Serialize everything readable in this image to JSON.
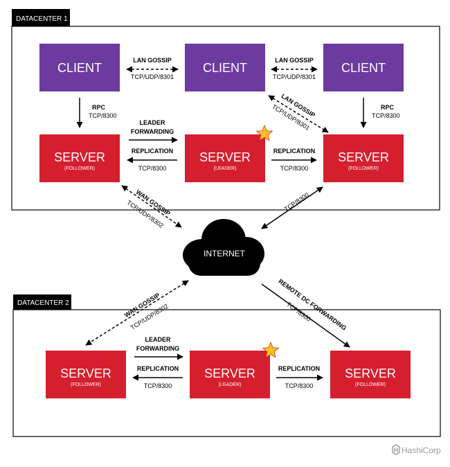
{
  "colors": {
    "client": "#6d3aa0",
    "server": "#d51f2e",
    "star": "#ffc21a",
    "frame": "#000000"
  },
  "dc1": {
    "label": "DATACENTER 1",
    "client_left": "CLIENT",
    "client_mid": "CLIENT",
    "client_right": "CLIENT",
    "server_left": "SERVER",
    "server_left_role": "(FOLLOWER)",
    "server_mid": "SERVER",
    "server_mid_role": "(LEADER)",
    "server_right": "SERVER",
    "server_right_role": "(FOLLOWER)",
    "lan1_a": "LAN GOSSIP",
    "lan1_b": "TCP/UDP/8301",
    "lan2_a": "LAN GOSSIP",
    "lan2_b": "TCP/UDP/8301",
    "lan3_a": "LAN GOSSIP",
    "lan3_b": "TCP/UDP/8301",
    "rpc_left_a": "RPC",
    "rpc_left_b": "TCP/8300",
    "rpc_right_a": "RPC",
    "rpc_right_b": "TCP/8300",
    "leader_fwd_1": "LEADER",
    "leader_fwd_2": "FORWARDING",
    "repl_left_a": "REPLICATION",
    "repl_left_b": "TCP/8300",
    "repl_right_a": "REPLICATION",
    "repl_right_b": "TCP/8300"
  },
  "wan1_a": "WAN GOSSIP",
  "wan1_b": "TCP/UDP/8302",
  "tcp_right": "TCP/8300",
  "internet": "INTERNET",
  "wan2_a": "WAN GOSSIP",
  "wan2_b": "TCP/UDP/8302",
  "remote_a": "REMOTE DC FORWARDING",
  "remote_b": "TCP/8300",
  "dc2": {
    "label": "DATACENTER 2",
    "server_left": "SERVER",
    "server_left_role": "(FOLLOWER)",
    "server_mid": "SERVER",
    "server_mid_role": "(LEADER)",
    "server_right": "SERVER",
    "server_right_role": "(FOLLOWER)",
    "leader_fwd_1": "LEADER",
    "leader_fwd_2": "FORWARDING",
    "repl_left_a": "REPLICATION",
    "repl_left_b": "TCP/8300",
    "repl_right_a": "REPLICATION",
    "repl_right_b": "TCP/8300"
  },
  "brand": "HashiCorp"
}
